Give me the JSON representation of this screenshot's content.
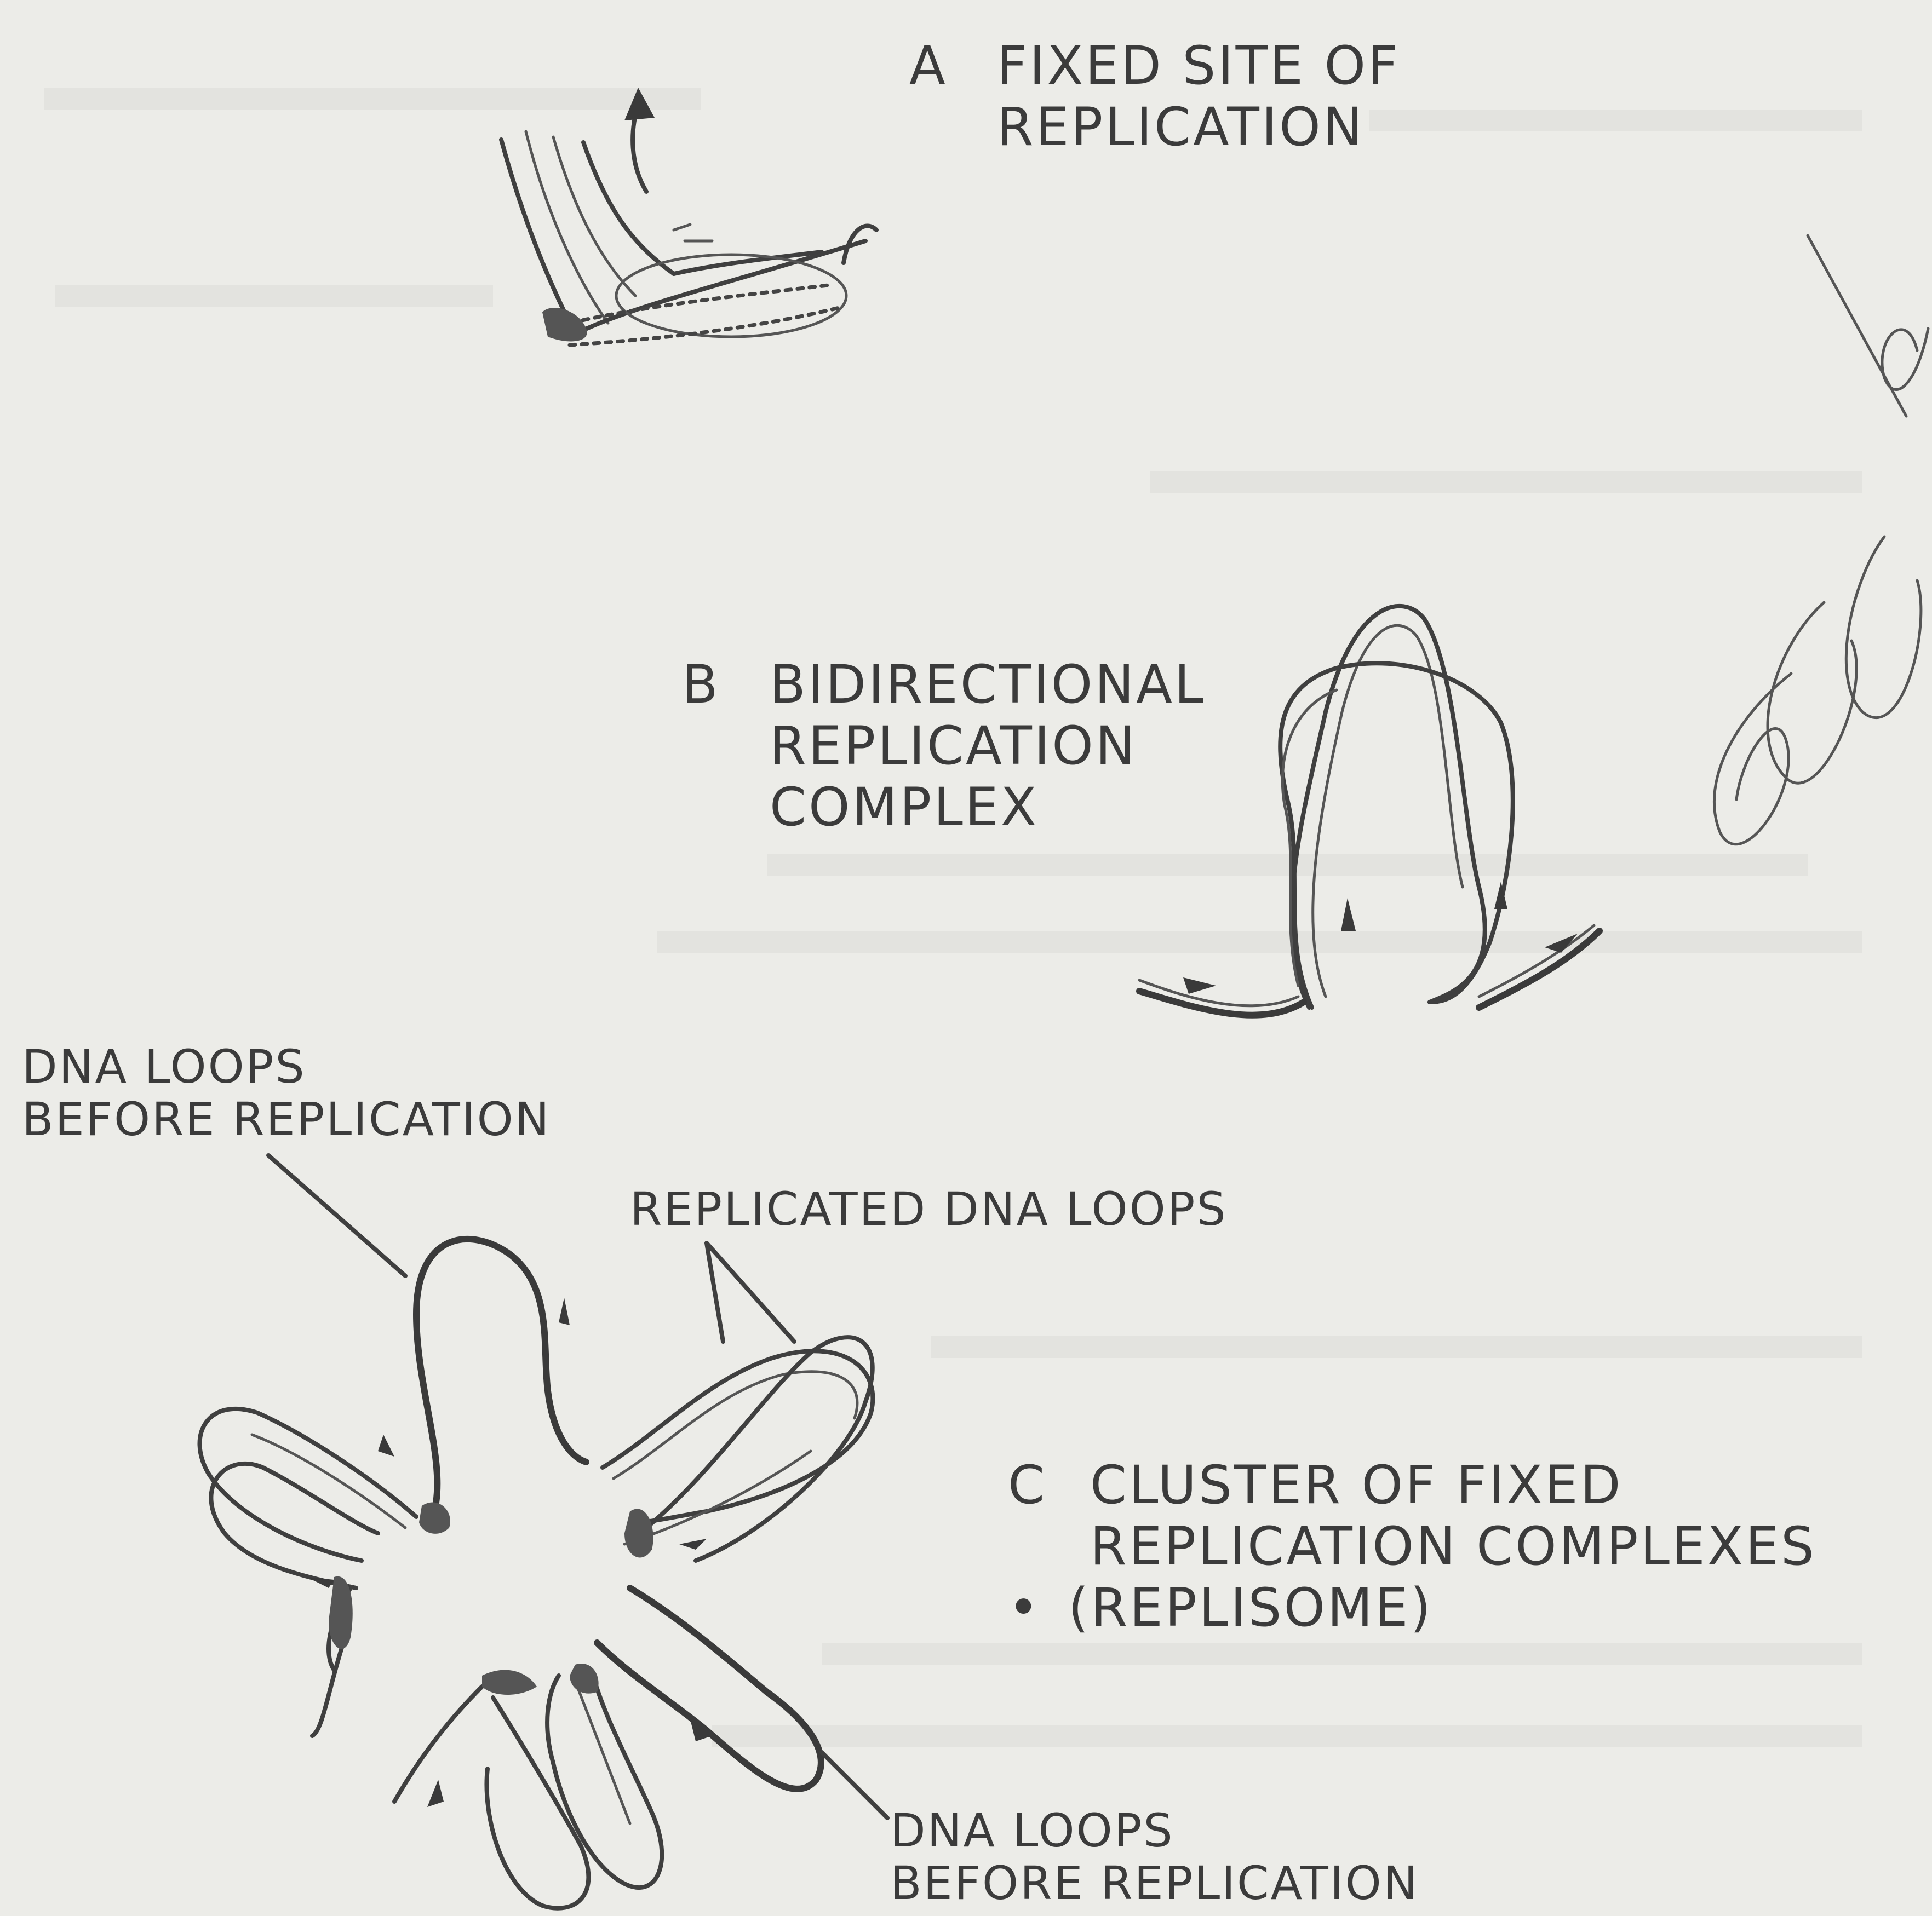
{
  "labels": {
    "a": {
      "letter": "A",
      "line1": "FIXED SITE OF",
      "line2": "REPLICATION"
    },
    "b": {
      "letter": "B",
      "line1": "BIDIRECTIONAL",
      "line2": "REPLICATION",
      "line3": "COMPLEX"
    },
    "c": {
      "letter": "C",
      "line1": "CLUSTER OF FIXED",
      "line2": "REPLICATION COMPLEXES",
      "line3": "(REPLISOME)",
      "bullet": "•"
    },
    "loops_before_top": {
      "line1": "DNA LOOPS",
      "line2": "BEFORE REPLICATION"
    },
    "replicated_loops": "REPLICATED DNA LOOPS",
    "loops_before_bottom": {
      "line1": "DNA LOOPS",
      "line2": "BEFORE REPLICATION"
    }
  },
  "colors": {
    "paper": "#ecece8",
    "ink": "#3b3b3b",
    "bleed_through": "#d9d9d4"
  }
}
